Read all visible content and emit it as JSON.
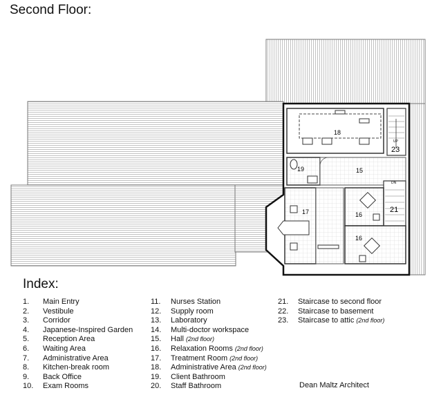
{
  "title": "Second Floor:",
  "index_heading": "Index:",
  "plan_labels": {
    "r18": "18",
    "r19": "19",
    "r15": "15",
    "r23": "23",
    "r21": "21",
    "r17": "17",
    "r16a": "16",
    "r16b": "16",
    "up": "UP",
    "dn": "DN"
  },
  "index": {
    "col1": [
      {
        "num": "1.",
        "label": "Main Entry",
        "note": ""
      },
      {
        "num": "2.",
        "label": "Vestibule",
        "note": ""
      },
      {
        "num": "3.",
        "label": "Corridor",
        "note": ""
      },
      {
        "num": "4.",
        "label": "Japanese-Inspired Garden",
        "note": ""
      },
      {
        "num": "5.",
        "label": "Reception Area",
        "note": ""
      },
      {
        "num": "6.",
        "label": "Waiting Area",
        "note": ""
      },
      {
        "num": "7.",
        "label": "Administrative Area",
        "note": ""
      },
      {
        "num": "8.",
        "label": "Kitchen-break room",
        "note": ""
      },
      {
        "num": "9.",
        "label": "Back Office",
        "note": ""
      },
      {
        "num": "10.",
        "label": "Exam Rooms",
        "note": ""
      }
    ],
    "col2": [
      {
        "num": "11.",
        "label": "Nurses Station",
        "note": ""
      },
      {
        "num": "12.",
        "label": "Supply room",
        "note": ""
      },
      {
        "num": "13.",
        "label": "Laboratory",
        "note": ""
      },
      {
        "num": "14.",
        "label": "Multi-doctor workspace",
        "note": ""
      },
      {
        "num": "15.",
        "label": "Hall",
        "note": "(2nd floor)"
      },
      {
        "num": "16.",
        "label": "Relaxation Rooms",
        "note": "(2nd floor)"
      },
      {
        "num": "17.",
        "label": "Treatment Room",
        "note": "(2nd floor)"
      },
      {
        "num": "18.",
        "label": "Administrative Area",
        "note": "(2nd floor)"
      },
      {
        "num": "19.",
        "label": "Client Bathroom",
        "note": ""
      },
      {
        "num": "20.",
        "label": "Staff Bathroom",
        "note": ""
      }
    ],
    "col3": [
      {
        "num": "21.",
        "label": "Staircase to second floor",
        "note": ""
      },
      {
        "num": "22.",
        "label": "Staircase to basement",
        "note": ""
      },
      {
        "num": "23.",
        "label": "Staircase to attic",
        "note": "(2nd floor)"
      }
    ]
  },
  "credit": "Dean Maltz Architect"
}
